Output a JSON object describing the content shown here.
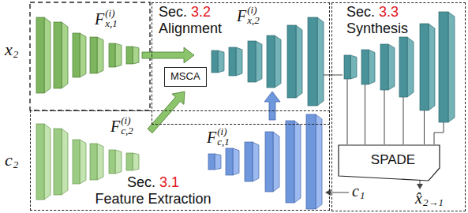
{
  "diagram": {
    "nodes": [
      {
        "text": [
          "Sec.",
          "3.2",
          "Alignment"
        ]
      },
      {
        "text": [
          "MSCA"
        ],
        "in": 0
      },
      {
        "text": [
          "Sec.",
          "3.3",
          "Synthesis"
        ]
      },
      {
        "text": [
          "SPADE"
        ],
        "in": 2
      },
      {
        "text": [
          "Sec.",
          "3.1",
          "Feature Extraction"
        ]
      }
    ],
    "labels": [
      "x",
      "2",
      "c",
      "2",
      "F",
      "(i)",
      "x,1",
      "F",
      "(i)",
      "c,2",
      "F",
      "(i)",
      "x,2",
      "F",
      "(i)",
      "c,1",
      "c",
      "1",
      "x̂",
      "2→1"
    ]
  }
}
